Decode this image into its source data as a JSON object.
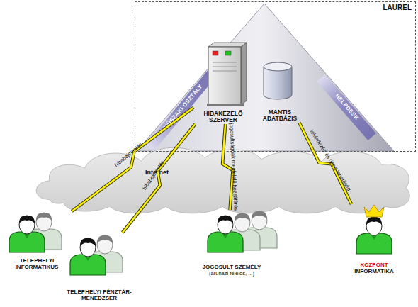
{
  "diagram": {
    "nodes": [
      {
        "text": [
          "LAUREL"
        ]
      },
      {
        "text": [
          "MŰSZAKI OSZTÁLY"
        ],
        "in": 0
      },
      {
        "text": [
          "HIBAKEZELŐ SZERVER"
        ],
        "in": 0
      },
      {
        "text": [
          "MANTIS ADATBÁZIS"
        ],
        "in": 0
      },
      {
        "text": [
          "HELPDESK"
        ],
        "in": 0
      },
      {
        "text": [
          "Internet"
        ]
      },
      {
        "text": [
          "TELEPHELYI INFORMATIKUS"
        ]
      },
      {
        "text": [
          "TELEPHELYI PÉNZTÁR- MENEDZSER"
        ]
      },
      {
        "text": [
          "JOGOSULT SZEMÉLY",
          "(áruházi felelős, ...)"
        ]
      },
      {
        "text": [
          "KÖZPONT",
          "INFORMATIKA"
        ]
      }
    ],
    "edges": [
      {
        "from": 6,
        "to": 2,
        "arrow": "none",
        "label": "hibabejelentés"
      },
      {
        "from": 7,
        "to": 2,
        "arrow": "none",
        "label": "hibabejelentés"
      },
      {
        "from": 8,
        "to": 2,
        "arrow": "none",
        "label": "jogosultságnak megfelelő hozzáférés"
      },
      {
        "from": 9,
        "to": 3,
        "arrow": "none",
        "label": "lekérdezés és riport lehetőség"
      }
    ]
  }
}
